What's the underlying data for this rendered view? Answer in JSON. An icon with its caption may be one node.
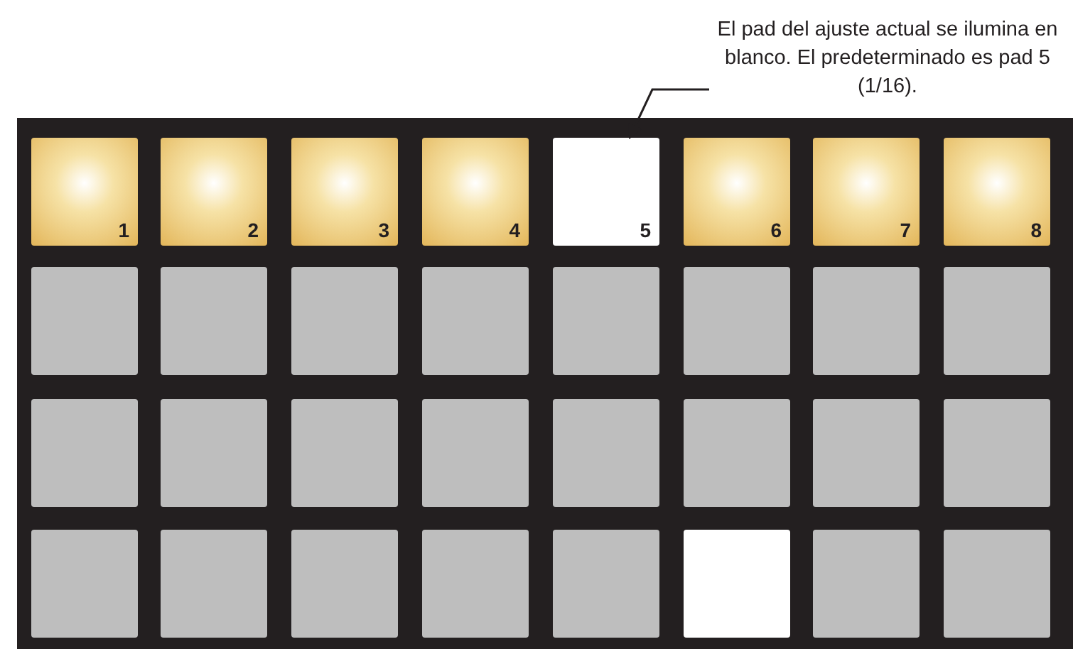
{
  "diagram": {
    "nodes": [
      {
        "text": [
          "El pad del ajuste actual se ilumina en blanco. El predeterminado es pad 5 (1/16)."
        ]
      },
      {
        "text": [
          "1"
        ]
      },
      {
        "text": [
          "2"
        ]
      },
      {
        "text": [
          "3"
        ]
      },
      {
        "text": [
          "4"
        ]
      },
      {
        "text": [
          "5"
        ]
      },
      {
        "text": [
          "6"
        ]
      },
      {
        "text": [
          "7"
        ]
      },
      {
        "text": [
          "8"
        ]
      },
      {
        "text": [],
        "shape": "box"
      },
      {
        "text": [],
        "shape": "box"
      },
      {
        "text": [],
        "shape": "box"
      },
      {
        "text": [],
        "shape": "box"
      },
      {
        "text": [],
        "shape": "box"
      },
      {
        "text": [],
        "shape": "box"
      },
      {
        "text": [],
        "shape": "box"
      },
      {
        "text": [],
        "shape": "box"
      },
      {
        "text": [],
        "shape": "box"
      },
      {
        "text": [],
        "shape": "box"
      },
      {
        "text": [],
        "shape": "box"
      },
      {
        "text": [],
        "shape": "box"
      },
      {
        "text": [],
        "shape": "box"
      },
      {
        "text": [],
        "shape": "box"
      },
      {
        "text": [],
        "shape": "box"
      },
      {
        "text": [],
        "shape": "box"
      },
      {
        "text": [],
        "shape": "box"
      },
      {
        "text": [],
        "shape": "box"
      },
      {
        "text": [],
        "shape": "box"
      },
      {
        "text": [],
        "shape": "box"
      },
      {
        "text": [],
        "shape": "box"
      },
      {
        "text": [],
        "shape": "box"
      },
      {
        "text": [],
        "shape": "box"
      },
      {
        "text": [],
        "shape": "box"
      }
    ],
    "edges": [
      {
        "from": 0,
        "to": 5,
        "arrow": "to"
      }
    ]
  }
}
